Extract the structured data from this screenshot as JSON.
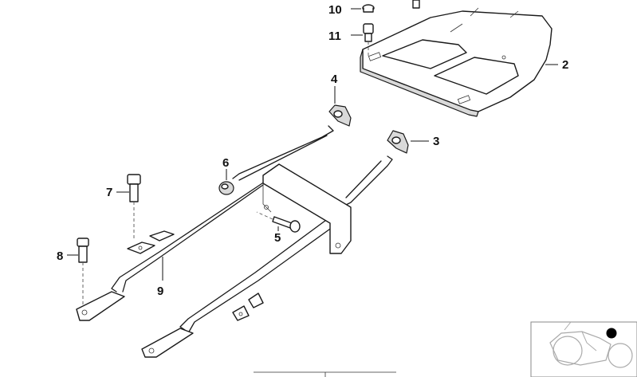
{
  "callouts": [
    {
      "id": "10",
      "label": "10"
    },
    {
      "id": "11",
      "label": "11"
    },
    {
      "id": "2",
      "label": "2"
    },
    {
      "id": "4",
      "label": "4"
    },
    {
      "id": "3",
      "label": "3"
    },
    {
      "id": "6",
      "label": "6"
    },
    {
      "id": "7",
      "label": "7"
    },
    {
      "id": "5",
      "label": "5"
    },
    {
      "id": "8",
      "label": "8"
    },
    {
      "id": "9",
      "label": "9"
    }
  ],
  "colors": {
    "line": "#1a1a1a",
    "shade": "#d9d9d9",
    "background": "#ffffff",
    "locator_dot": "#000000"
  },
  "icons": {
    "vehicle_locator": "motorcycle-locator-icon"
  }
}
